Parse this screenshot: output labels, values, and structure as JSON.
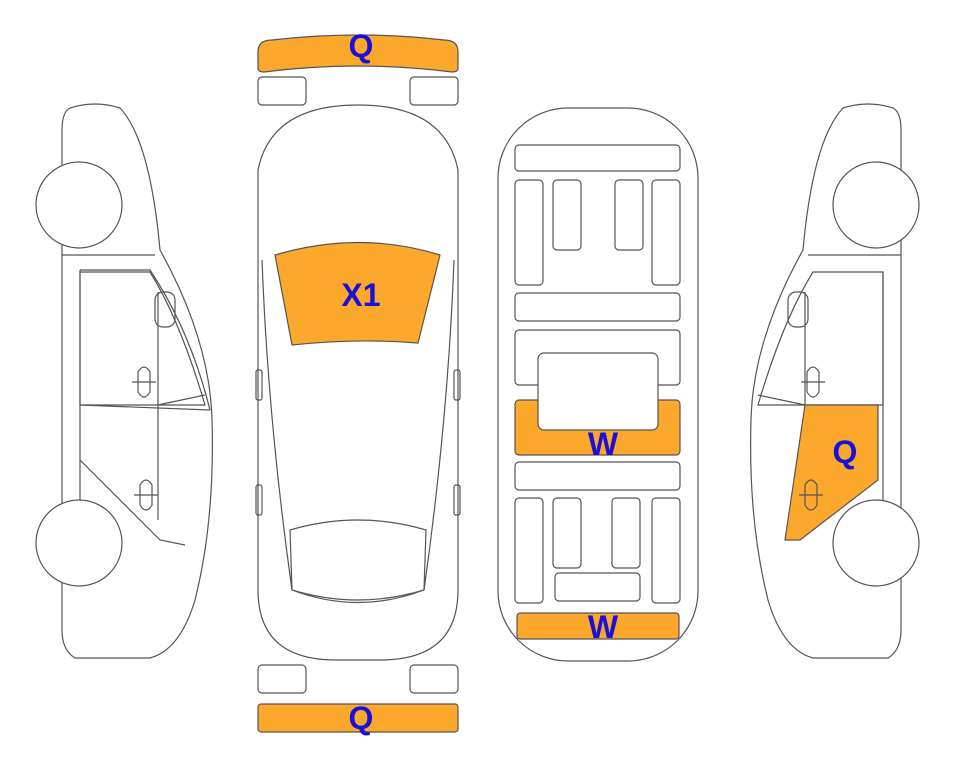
{
  "colors": {
    "damage_fill": "#fba82c",
    "code_text": "#1a10d8",
    "outline": "#555555",
    "background": "#ffffff"
  },
  "damage_codes": {
    "front_bumper": "Q",
    "windshield": "X1",
    "floor_middle": "W",
    "floor_rear": "W",
    "right_rear_door": "Q",
    "rear_bumper": "Q"
  }
}
